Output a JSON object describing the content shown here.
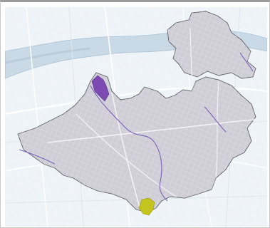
{
  "colors": {
    "background": "#eef3f7",
    "river": "#c9d9e6",
    "river_edge": "#a9c1d4",
    "road_light": "#ffffff",
    "road_faint": "#dde6ee",
    "district_fill": "#cfcdd6",
    "district_stroke": "#5e5e66",
    "district_grid": "#e4e3ea",
    "stream": "#7a62b8",
    "highlight_purple": "#7c4ab0",
    "highlight_yellow": "#c3c41d"
  },
  "map": {
    "districts": [
      {
        "name": "main-district"
      },
      {
        "name": "north-district"
      }
    ],
    "highlights": [
      {
        "name": "highlight-zone-purple",
        "color": "#7c4ab0"
      },
      {
        "name": "highlight-zone-yellow",
        "color": "#c3c41d"
      }
    ]
  }
}
